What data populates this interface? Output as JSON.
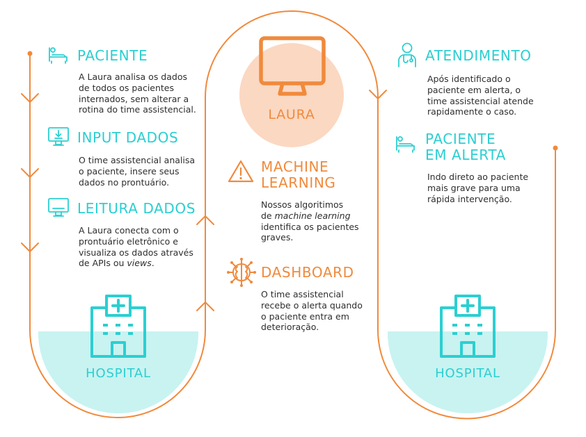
{
  "colors": {
    "teal": "#2bcfd1",
    "orange": "#f08a3c",
    "peach": "#fbd8c2",
    "light_teal": "#c8f3f1",
    "text": "#2e2e2e"
  },
  "left": {
    "paciente": {
      "icon": "patient-bed-icon",
      "title": "PACIENTE",
      "desc": [
        "A Laura analisa os dados",
        "de todos os pacientes",
        "internados, sem alterar a",
        "rotina do time assistencial."
      ]
    },
    "input": {
      "icon": "monitor-download-icon",
      "title": "INPUT DADOS",
      "desc": [
        "O time assistencial analisa",
        "o paciente, insere seus",
        "dados no prontuário."
      ]
    },
    "leitura": {
      "icon": "monitor-icon",
      "title": "LEITURA DADOS",
      "desc_line1": "A Laura conecta com o",
      "desc_line2": "prontuário eletrônico e",
      "desc_line3": "visualiza os dados através",
      "desc_line4_a": "de APIs ou ",
      "desc_line4_b": "views",
      "desc_line4_c": "."
    },
    "hospital": {
      "icon": "hospital-icon",
      "label": "HOSPITAL"
    }
  },
  "center": {
    "laura": {
      "icon": "computer-monitor-icon",
      "label": "LAURA"
    },
    "ml": {
      "icon": "warning-triangle-icon",
      "title_line1": "MACHINE",
      "title_line2": "LEARNING",
      "desc_line1": "Nossos algoritimos",
      "desc_line2_a": "de ",
      "desc_line2_b": "machine learning",
      "desc_line3": "identifica os pacientes",
      "desc_line4": "graves."
    },
    "dashboard": {
      "icon": "brain-chip-icon",
      "title": "DASHBOARD",
      "desc": [
        "O time assistencial",
        "recebe o alerta quando",
        "o paciente entra em",
        "deterioração."
      ]
    }
  },
  "right": {
    "atendimento": {
      "icon": "doctor-icon",
      "title": "ATENDIMENTO",
      "desc": [
        "Após identificado o",
        "paciente em alerta, o",
        "time assistencial atende",
        "rapidamente o caso."
      ]
    },
    "alerta": {
      "icon": "patient-bed-icon",
      "title_line1": "PACIENTE",
      "title_line2": "EM ALERTA",
      "desc": [
        "Indo direto ao paciente",
        "mais grave para uma",
        "rápida intervenção."
      ]
    },
    "hospital": {
      "icon": "hospital-icon",
      "label": "HOSPITAL"
    }
  }
}
